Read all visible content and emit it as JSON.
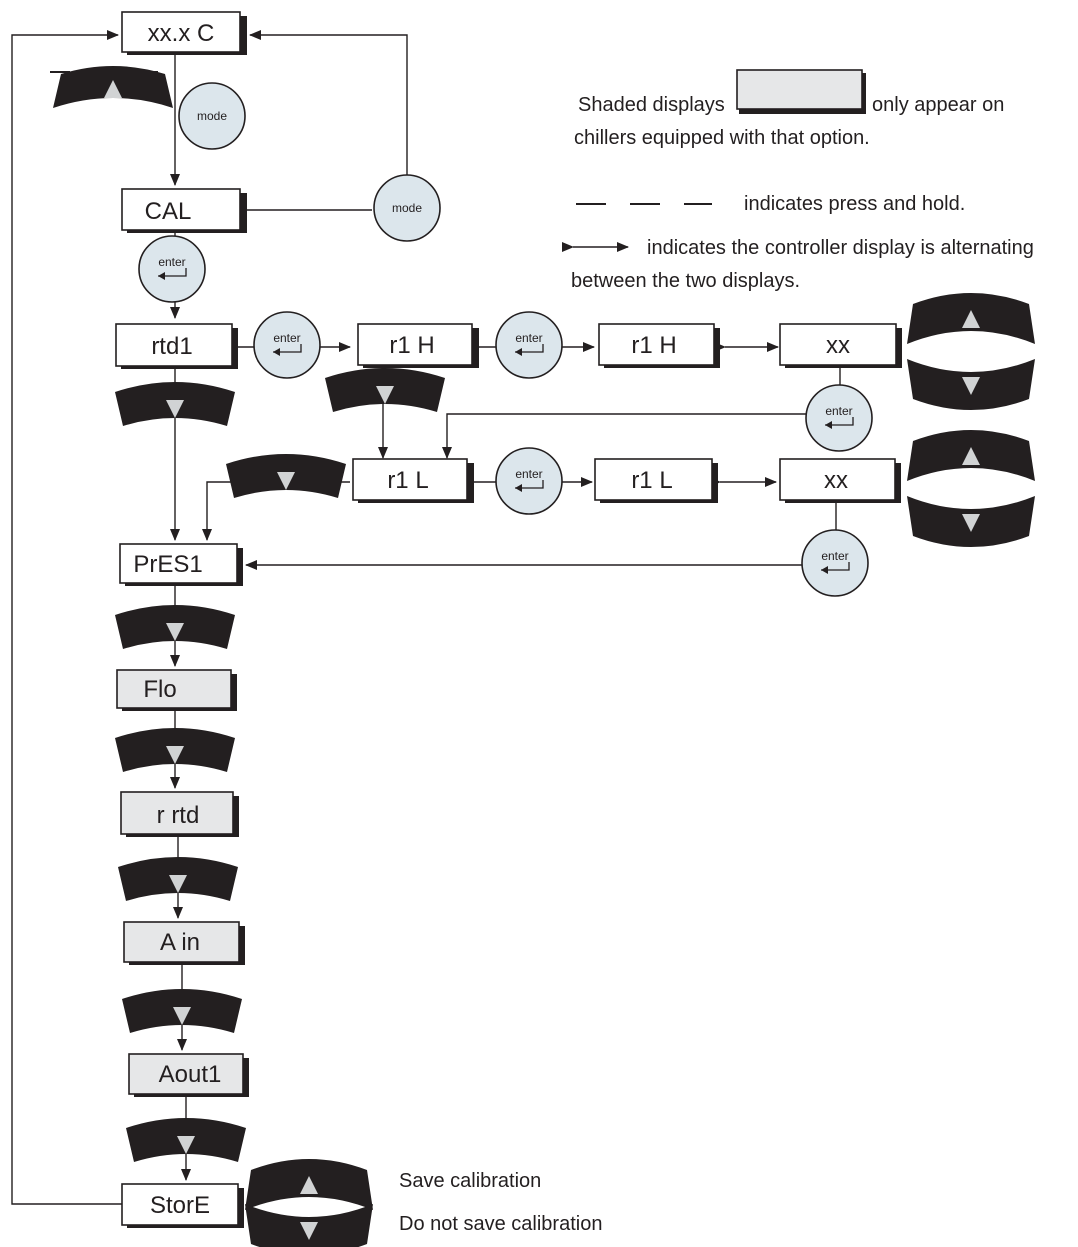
{
  "displays": {
    "temp": "xx.x  C",
    "cal": "CAL",
    "rtd1": "rtd1",
    "r1h": "r1 H",
    "r1h_alt": "r1 H",
    "r1h_val": "xx",
    "r1l": "r1 L",
    "r1l_alt": "r1 L",
    "r1l_val": "xx",
    "pres1": "PrES1",
    "flo": "Flo",
    "rrtd": "r rtd",
    "ain": "A in",
    "aout1": "Aout1",
    "store": "StorE"
  },
  "buttons": {
    "mode": "mode",
    "enter": "enter"
  },
  "legend": {
    "shaded_before": "Shaded displays",
    "shaded_after": "only appear on",
    "shaded_line2": "chillers equipped with that option.",
    "dash_text": "indicates press and hold.",
    "alt_line1": "indicates the controller display is alternating",
    "alt_line2": "between the two displays."
  },
  "store_options": {
    "save": "Save calibration",
    "dont_save": "Do not save calibration"
  },
  "colors": {
    "line": "#231f20",
    "shaded_display": "#e6e7e8",
    "button_fill": "#dce6ec",
    "arrow_key_triangle": "#d1d3d4"
  }
}
